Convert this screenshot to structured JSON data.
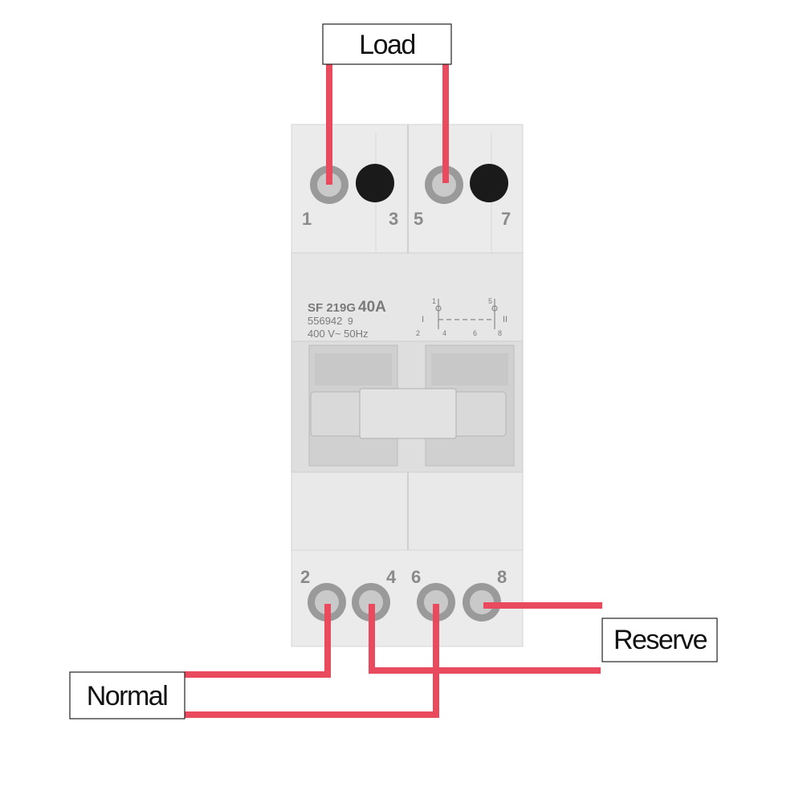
{
  "labels": {
    "load": "Load",
    "normal": "Normal",
    "reserve": "Reserve"
  },
  "terminals": {
    "top": [
      "1",
      "3",
      "5",
      "7"
    ],
    "bottom": [
      "2",
      "4",
      "6",
      "8"
    ]
  },
  "device": {
    "model": "SF 219G",
    "rating": "40A",
    "serial": "556942",
    "serial_suffix": "9",
    "voltage": "400 V~ 50Hz",
    "schematic": {
      "pos1": "I",
      "pos2": "II",
      "top": [
        "1",
        "5"
      ],
      "bottom": [
        "2",
        "4",
        "6",
        "8"
      ]
    }
  },
  "colors": {
    "wire": "#ea4a5e",
    "body": "#ececec"
  }
}
